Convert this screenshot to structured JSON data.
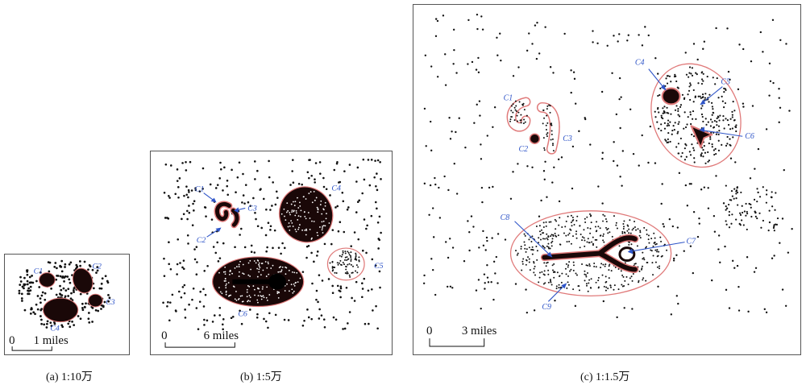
{
  "panels": {
    "a": {
      "caption": "(a) 1:10万",
      "scale_zero": "0",
      "scale_text": "1 miles",
      "labels": {
        "c1": "C1",
        "c2": "C2",
        "c3": "C3",
        "c4": "C4"
      }
    },
    "b": {
      "caption": "(b) 1:5万",
      "scale_zero": "0",
      "scale_text": "6 miles",
      "labels": {
        "c1": "C1",
        "c2": "C2",
        "c3": "C3",
        "c4": "C4",
        "c5": "C5",
        "c6": "C6"
      }
    },
    "c": {
      "caption": "(c) 1:1.5万",
      "scale_zero": "0",
      "scale_text": "3 miles",
      "labels": {
        "c1": "C1",
        "c2": "C2",
        "c3": "C3",
        "c4": "C4",
        "c5": "C5",
        "c6": "C6",
        "c7": "C7",
        "c8": "C8",
        "c9": "C9"
      }
    }
  },
  "colors": {
    "boundary": "#e07a7a",
    "label": "#2f55c8",
    "arrow": "#2f55c8",
    "point": "#111111",
    "core": "#1a0808"
  }
}
